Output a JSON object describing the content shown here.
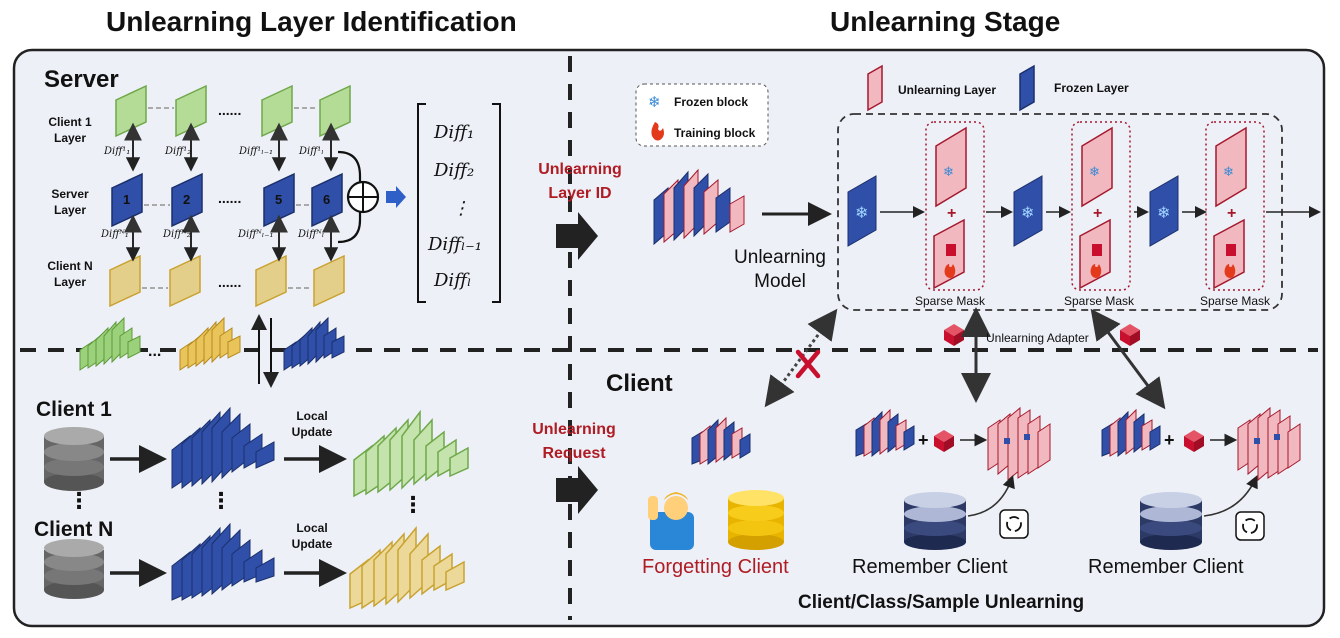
{
  "titles": {
    "left": "Unlearning Layer Identification",
    "right": "Unlearning Stage"
  },
  "server": {
    "title": "Server",
    "client1_layer": "Client 1\nLayer",
    "server_layer": "Server\nLayer",
    "clientN_layer": "Client N\nLayer",
    "block_numbers": [
      "1",
      "2",
      "5",
      "6"
    ],
    "dots": "......",
    "diff_top": [
      "Diff¹₁",
      "Diff¹₂",
      "Diff¹ₗ₋₁",
      "Diff¹ₗ"
    ],
    "diff_bottom": [
      "Diffᴺ₁",
      "Diffᴺ₂",
      "Diffᴺₗ₋₁",
      "Diffᴺₗ"
    ]
  },
  "diff_vector": [
    "Diff₁",
    "Diff₂",
    "⋮",
    "Diffₗ₋₁",
    "Diffₗ"
  ],
  "flow_labels": {
    "unlearning_layer_id": "Unlearning\nLayer ID",
    "unlearning_request": "Unlearning\nRequest"
  },
  "legend": {
    "frozen_block": "Frozen block",
    "training_block": "Training block",
    "unlearning_layer": "Unlearning Layer",
    "frozen_layer": "Frozen Layer"
  },
  "unlearning_model": "Unlearning\nModel",
  "sparse_mask": "Sparse Mask",
  "unlearning_adapter": "Unlearning Adapter",
  "clients_left": {
    "client1": "Client 1",
    "clientN": "Client N",
    "local_update": "Local\nUpdate",
    "vdots": "⋮"
  },
  "client_section": {
    "title": "Client",
    "forgetting_client": "Forgetting Client",
    "remember_client_1": "Remember Client",
    "remember_client_2": "Remember Client",
    "footer": "Client/Class/Sample Unlearning"
  },
  "colors": {
    "panel_bg": "#edf0f7",
    "blue": "#2f4fa8",
    "green": "#9bd17a",
    "yellow": "#e8c45a",
    "red_accent": "#b01c24",
    "pink": "#f2b8c0"
  }
}
